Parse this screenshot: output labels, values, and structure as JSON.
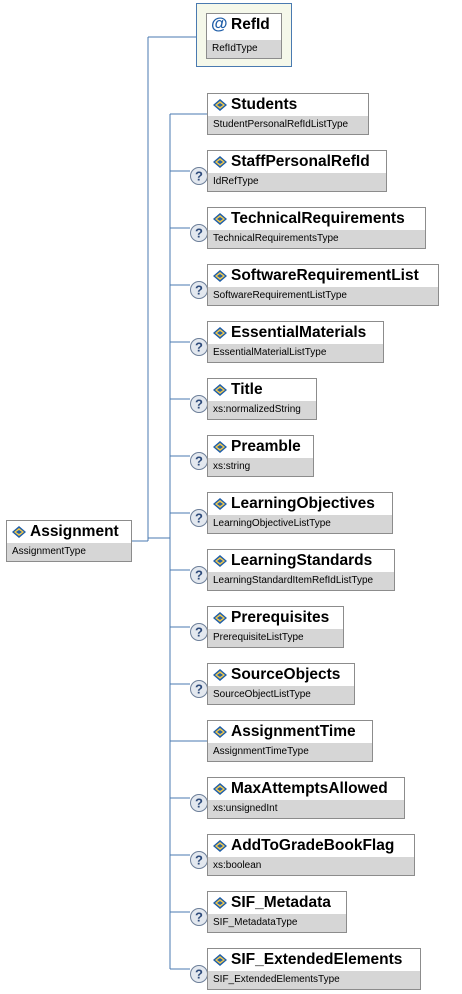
{
  "attribute": {
    "symbol": "@",
    "name": "RefId",
    "type": "RefIdType"
  },
  "root": {
    "name": "Assignment",
    "type": "AssignmentType"
  },
  "children": [
    {
      "name": "Students",
      "type": "StudentPersonalRefIdListType",
      "optional": false
    },
    {
      "name": "StaffPersonalRefId",
      "type": "IdRefType",
      "optional": true
    },
    {
      "name": "TechnicalRequirements",
      "type": "TechnicalRequirementsType",
      "optional": true
    },
    {
      "name": "SoftwareRequirementList",
      "type": "SoftwareRequirementListType",
      "optional": true
    },
    {
      "name": "EssentialMaterials",
      "type": "EssentialMaterialListType",
      "optional": true
    },
    {
      "name": "Title",
      "type": "xs:normalizedString",
      "optional": true
    },
    {
      "name": "Preamble",
      "type": "xs:string",
      "optional": true
    },
    {
      "name": "LearningObjectives",
      "type": "LearningObjectiveListType",
      "optional": true
    },
    {
      "name": "LearningStandards",
      "type": "LearningStandardItemRefIdListType",
      "optional": true
    },
    {
      "name": "Prerequisites",
      "type": "PrerequisiteListType",
      "optional": true
    },
    {
      "name": "SourceObjects",
      "type": "SourceObjectListType",
      "optional": true
    },
    {
      "name": "AssignmentTime",
      "type": "AssignmentTimeType",
      "optional": false
    },
    {
      "name": "MaxAttemptsAllowed",
      "type": "xs:unsignedInt",
      "optional": true
    },
    {
      "name": "AddToGradeBookFlag",
      "type": "xs:boolean",
      "optional": true
    },
    {
      "name": "SIF_Metadata",
      "type": "SIF_MetadataType",
      "optional": true
    },
    {
      "name": "SIF_ExtendedElements",
      "type": "SIF_ExtendedElementsType",
      "optional": true
    }
  ],
  "colors": {
    "connector": "#4a7ab0",
    "type_band": "#d6d6d6",
    "attribute_frame": "#4a7ab0"
  },
  "icons": {
    "element": "element-icon",
    "optional": "optional-question-icon",
    "attribute": "attribute-at-icon"
  }
}
